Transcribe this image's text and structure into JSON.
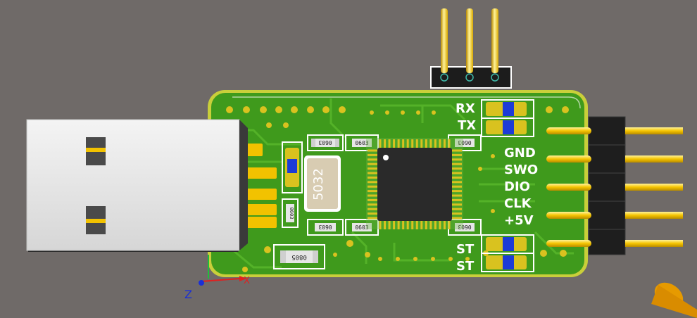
{
  "board": {
    "labels": {
      "rx": "RX",
      "tx": "TX",
      "gnd": "GND",
      "swo": "SWO",
      "dio": "DIO",
      "clk": "CLK",
      "v5": "+5V",
      "st1": "ST",
      "st2": "ST"
    },
    "crystal": "5032",
    "packages": {
      "r1": "0603",
      "r2": "0603",
      "r3": "0603",
      "r4": "0603",
      "r5": "0603",
      "r6": "0603",
      "r7": "0603",
      "big": "0805"
    }
  },
  "axis": {
    "z": "Z",
    "x": "X"
  },
  "colors": {
    "background": "#6f6a68",
    "pcb": "#3f9a1c",
    "pcb_edge": "#c9cf3a",
    "copper": "#d9c21f",
    "silkscreen": "#ffffff",
    "jumper": "#1d3bd6",
    "usb_shell": "#e8e8e8",
    "chip": "#2a2a2a"
  }
}
